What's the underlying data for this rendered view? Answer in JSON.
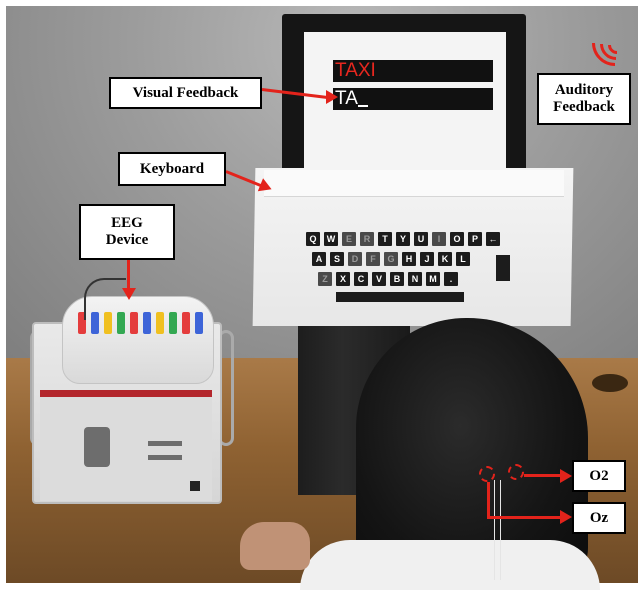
{
  "photo": {
    "screen": {
      "target_word": "TAXI",
      "typed_text": "TA"
    },
    "keyboard": {
      "row1": [
        "Q",
        "W",
        "E",
        "R",
        "T",
        "Y",
        "U",
        "I",
        "O",
        "P",
        "←"
      ],
      "row2": [
        "A",
        "S",
        "D",
        "F",
        "G",
        "H",
        "J",
        "K",
        "L"
      ],
      "row3": [
        "Z",
        "X",
        "C",
        "V",
        "B",
        "N",
        "M",
        "."
      ],
      "dim_keys": [
        "E",
        "R",
        "I",
        "D",
        "F",
        "G",
        "Z"
      ]
    }
  },
  "labels": {
    "visual_feedback": "Visual Feedback",
    "auditory_feedback_1": "Auditory",
    "auditory_feedback_2": "Feedback",
    "keyboard": "Keyboard",
    "eeg_device_1": "EEG",
    "eeg_device_2": "Device",
    "o2": "O2",
    "oz": "Oz"
  },
  "colors": {
    "annotation": "#e3231b",
    "target_text": "#e8271f"
  }
}
